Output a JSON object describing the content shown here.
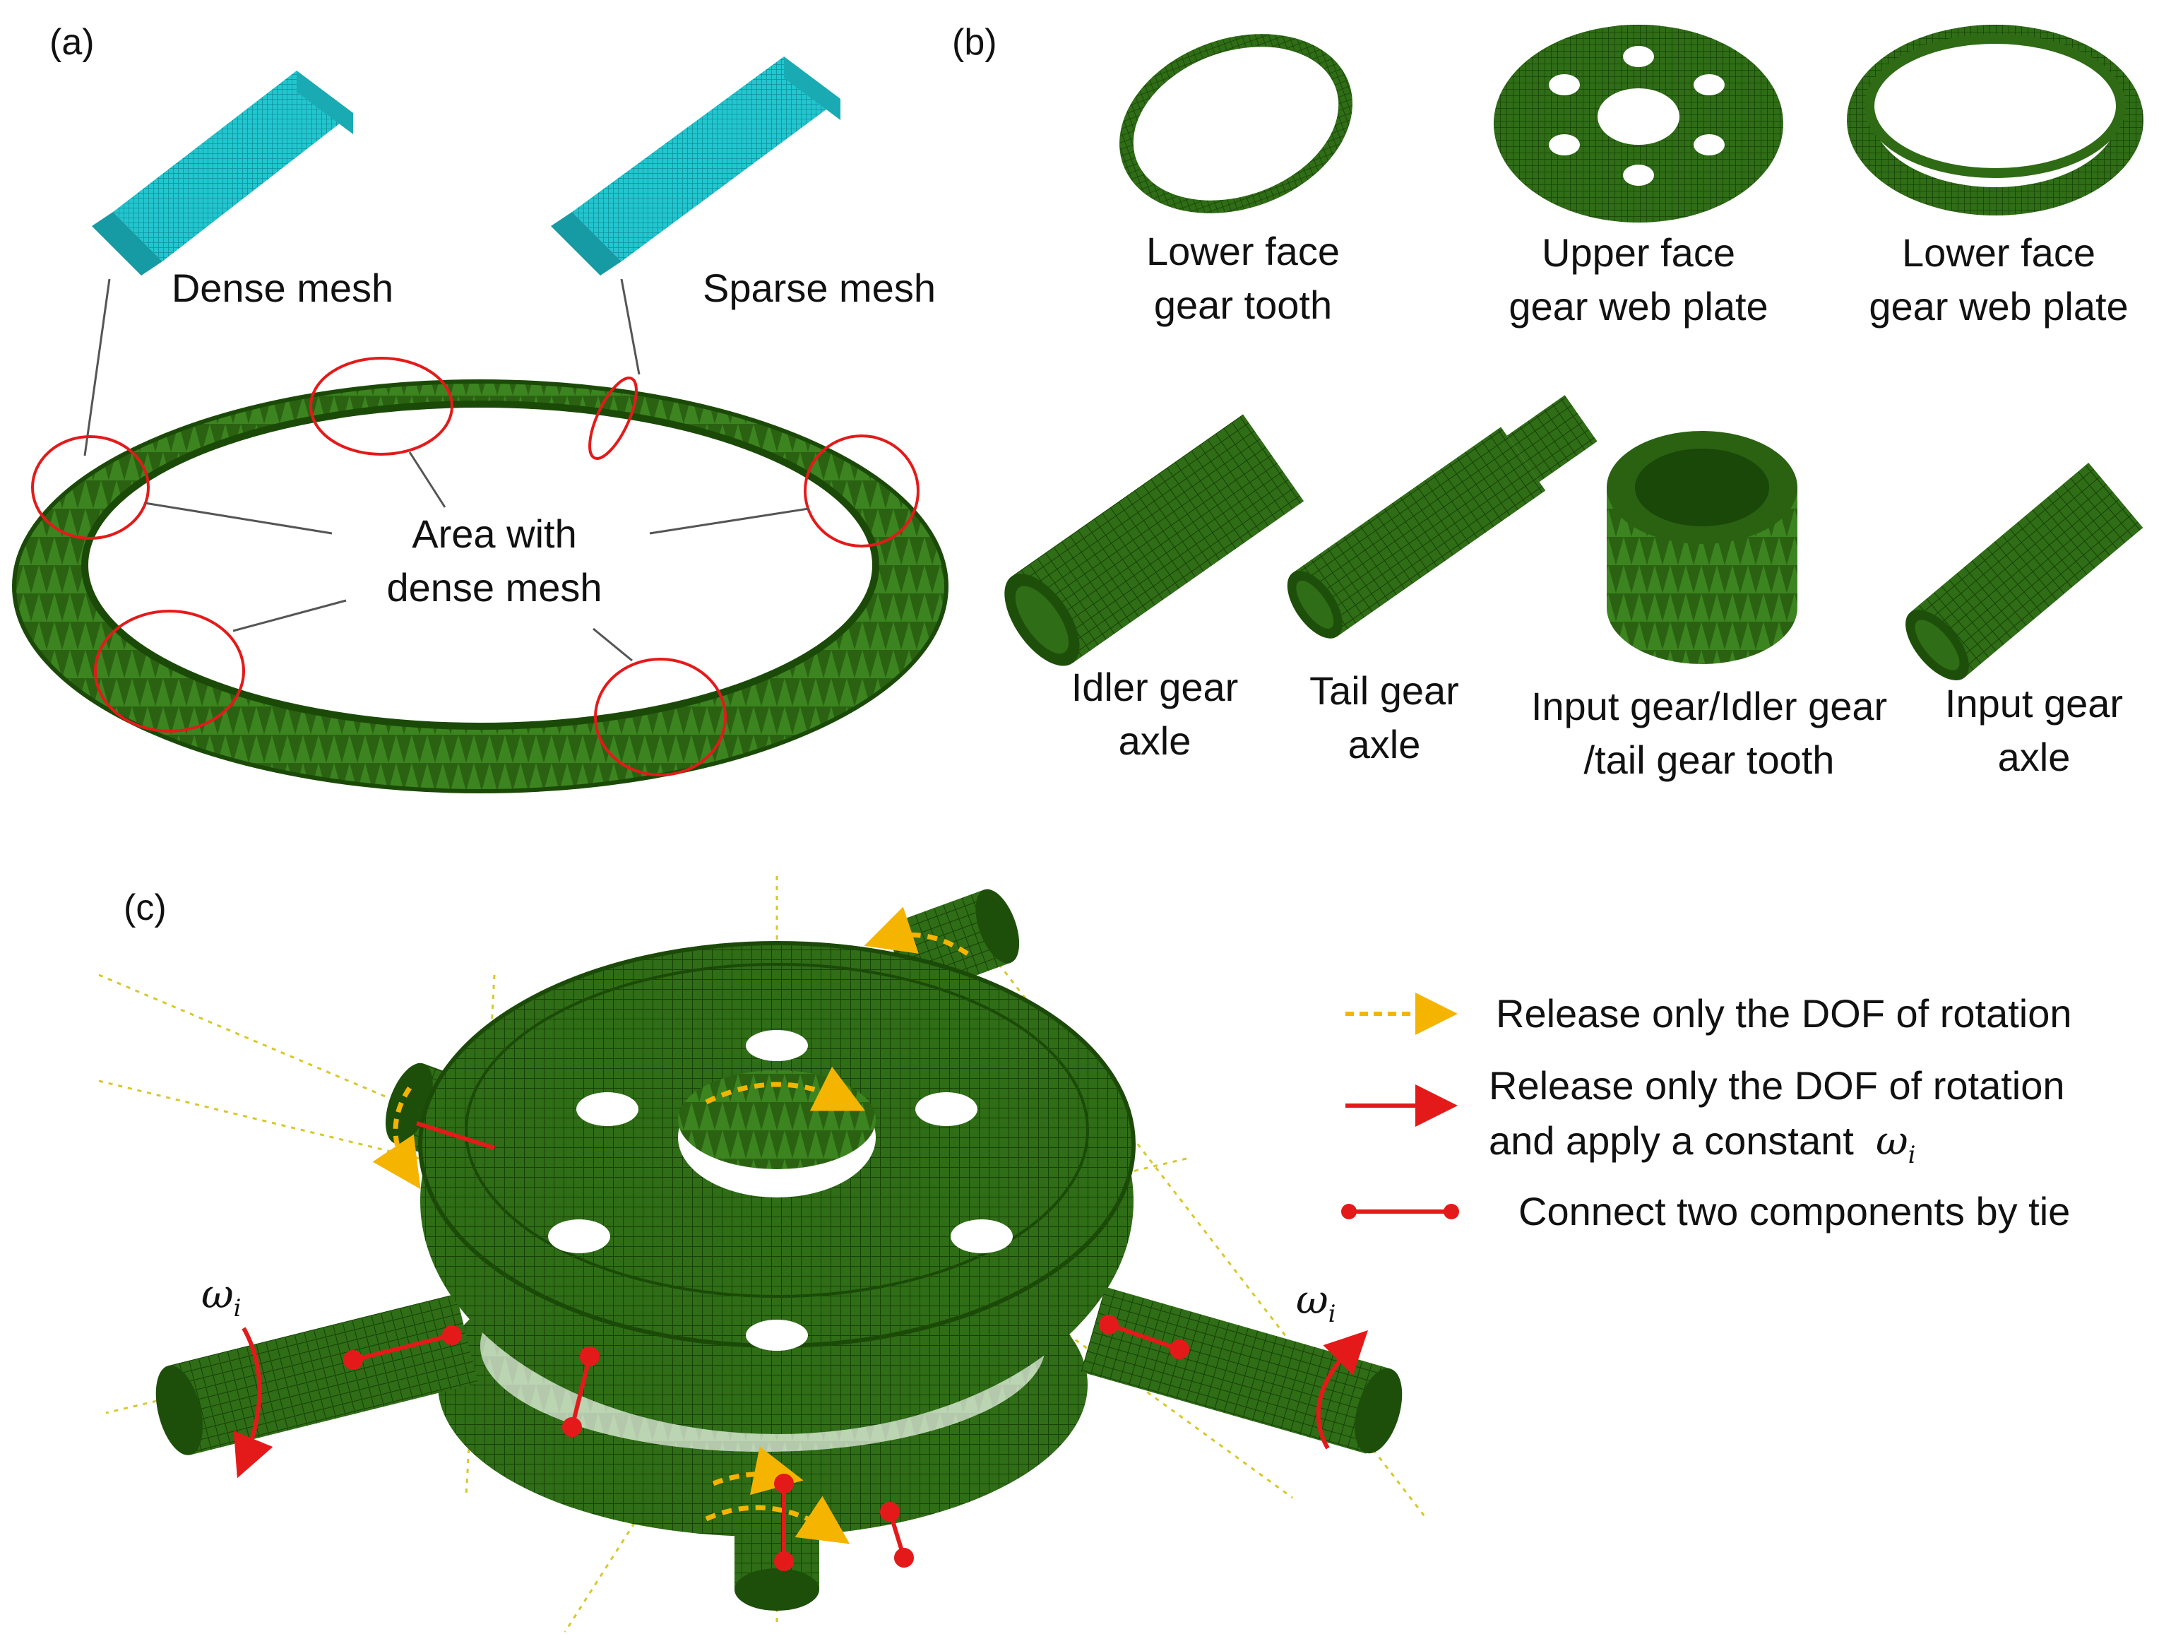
{
  "panels": {
    "a": "(a)",
    "b": "(b)",
    "c": "(c)"
  },
  "panel_a": {
    "dense_mesh": "Dense mesh",
    "sparse_mesh": "Sparse mesh",
    "area_line1": "Area with",
    "area_line2": "dense mesh"
  },
  "panel_b": {
    "parts": [
      {
        "line1": "Lower face",
        "line2": "gear tooth"
      },
      {
        "line1": "Upper face",
        "line2": "gear web plate"
      },
      {
        "line1": "Lower face",
        "line2": "gear web plate"
      },
      {
        "line1": "Idler gear",
        "line2": "axle"
      },
      {
        "line1": "Tail gear",
        "line2": "axle"
      },
      {
        "line1": "Input gear/Idler gear",
        "line2": "/tail gear tooth"
      },
      {
        "line1": "Input gear",
        "line2": "axle"
      }
    ]
  },
  "panel_c": {
    "legend": [
      {
        "line1": "Release only the DOF of rotation",
        "line2": "",
        "color": "#f5b400"
      },
      {
        "line1": "Release only the DOF of rotation",
        "line2": "and apply a constant",
        "color": "#e41a1a"
      },
      {
        "line1": "Connect two components by tie",
        "line2": "",
        "color": "#e41a1a"
      }
    ],
    "omega_symbol": "ω",
    "omega_sub": "i"
  },
  "colors": {
    "mesh_green": "#2e6b14",
    "mesh_dark": "#1b4a08",
    "cyan": "#1fc4cc",
    "red": "#e41a1a",
    "yellow": "#f5b400"
  }
}
